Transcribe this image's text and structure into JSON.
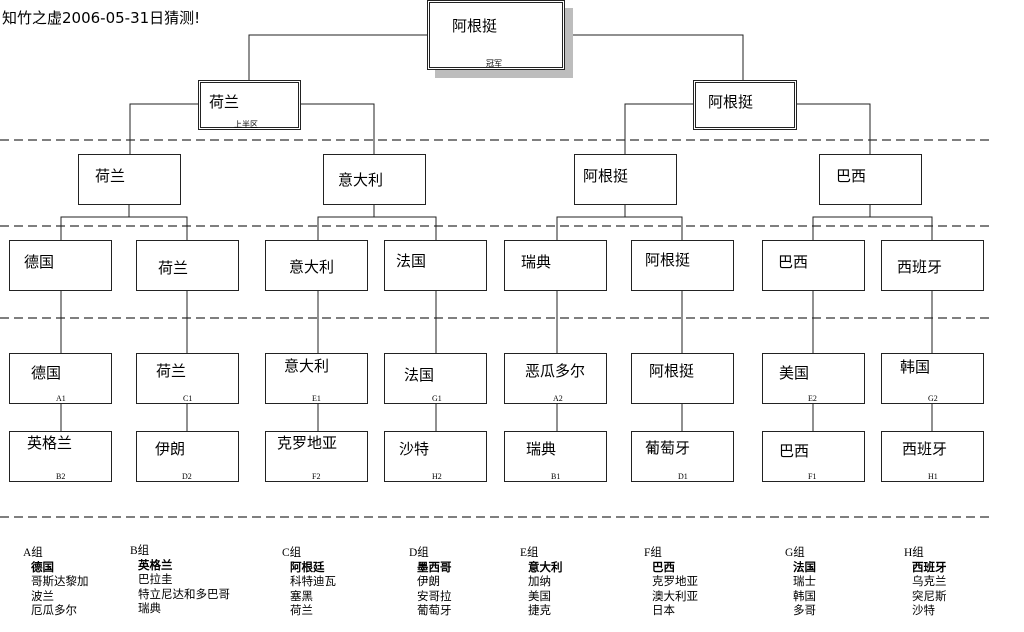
{
  "title": "知竹之虚2006-05-31日猜测!",
  "champion": {
    "name": "阿根挺",
    "label": "冠军"
  },
  "semifinal": [
    {
      "name": "荷兰",
      "label": "上半区"
    },
    {
      "name": "阿根挺",
      "label": ""
    }
  ],
  "quarterfinal": [
    "荷兰",
    "意大利",
    "阿根挺",
    "巴西"
  ],
  "round16": [
    "德国",
    "荷兰",
    "意大利",
    "法国",
    "瑞典",
    "阿根挺",
    "巴西",
    "西班牙"
  ],
  "group_first": [
    {
      "name": "德国",
      "code": "A1"
    },
    {
      "name": "荷兰",
      "code": "C1"
    },
    {
      "name": "意大利",
      "code": "E1"
    },
    {
      "name": "法国",
      "code": "G1"
    },
    {
      "name": "恶瓜多尔",
      "code": "A2"
    },
    {
      "name": "阿根挺",
      "code": ""
    },
    {
      "name": "美国",
      "code": "E2"
    },
    {
      "name": "韩国",
      "code": "G2"
    }
  ],
  "group_second": [
    {
      "name": "英格兰",
      "code": "B2"
    },
    {
      "name": "伊朗",
      "code": "D2"
    },
    {
      "name": "克罗地亚",
      "code": "F2"
    },
    {
      "name": "沙特",
      "code": "H2"
    },
    {
      "name": "瑞典",
      "code": "B1"
    },
    {
      "name": "葡萄牙",
      "code": "D1"
    },
    {
      "name": "巴西",
      "code": "F1"
    },
    {
      "name": "西班牙",
      "code": "H1"
    }
  ],
  "groups": [
    {
      "label": "A组",
      "teams": [
        "德国",
        "哥斯达黎加",
        "波兰",
        "厄瓜多尔"
      ]
    },
    {
      "label": "B组",
      "teams": [
        "英格兰",
        "巴拉圭",
        "特立尼达和多巴哥",
        "瑞典"
      ]
    },
    {
      "label": "C组",
      "teams": [
        "阿根廷",
        "科特迪瓦",
        "塞黑",
        "荷兰"
      ]
    },
    {
      "label": "D组",
      "teams": [
        "墨西哥",
        "伊朗",
        "安哥拉",
        "葡萄牙"
      ]
    },
    {
      "label": "E组",
      "teams": [
        "意大利",
        "加纳",
        "美国",
        "捷克"
      ]
    },
    {
      "label": "F组",
      "teams": [
        "巴西",
        "克罗地亚",
        "澳大利亚",
        "日本"
      ]
    },
    {
      "label": "G组",
      "teams": [
        "法国",
        "瑞士",
        "韩国",
        "多哥"
      ]
    },
    {
      "label": "H组",
      "teams": [
        "西班牙",
        "乌克兰",
        "突尼斯",
        "沙特"
      ]
    }
  ]
}
